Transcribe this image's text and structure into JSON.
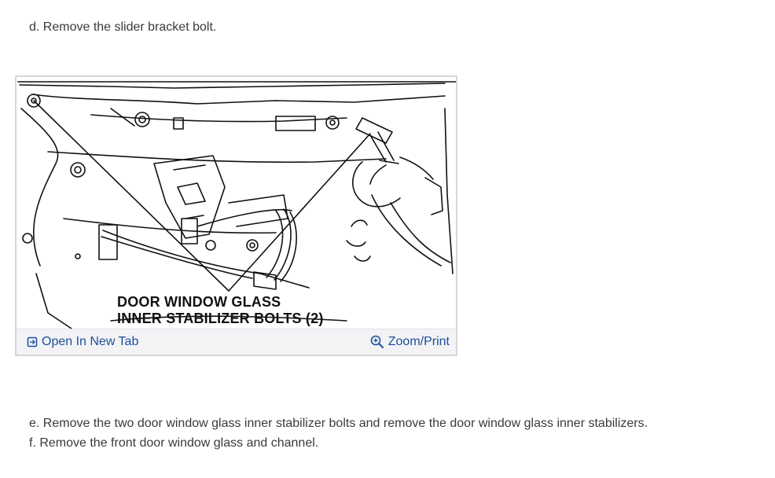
{
  "steps": {
    "d": "d. Remove the slider bracket bolt.",
    "e": "e. Remove the two door window glass inner stabilizer bolts and remove the door window glass inner stabilizers.",
    "f": "f. Remove the front door window glass and channel."
  },
  "figure": {
    "caption_line1": "DOOR WINDOW GLASS",
    "caption_line2": "INNER STABILIZER BOLTS (2)",
    "open_new_tab_label": "Open In New Tab",
    "zoom_print_label": "Zoom/Print"
  },
  "colors": {
    "link": "#1c4f9c",
    "text": "#3a3a3a",
    "toolbar_bg": "#f3f3f6"
  },
  "icons": {
    "open_new_tab": "open-new-tab-icon",
    "zoom": "zoom-in-icon"
  }
}
